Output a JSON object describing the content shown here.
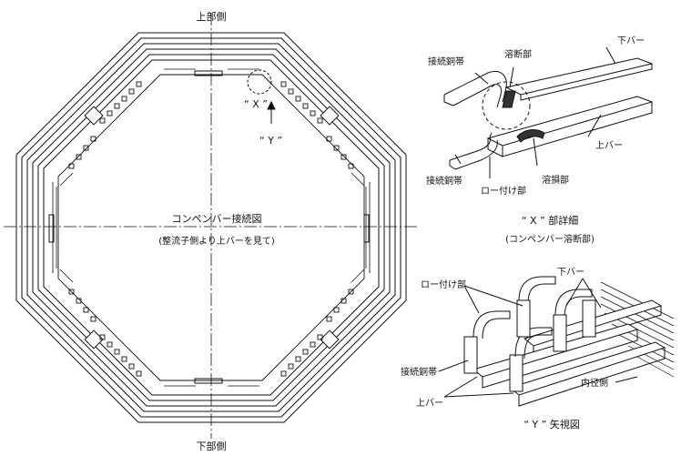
{
  "main": {
    "top_label": "上部側",
    "bottom_label": "下部側",
    "x_marker": "“ X ”",
    "y_marker": "“ Y ”",
    "title": "コンペンバー接続図",
    "subtitle": "(整流子側より上バーを見て)"
  },
  "detail_x": {
    "lower_bar": "下バー",
    "fusion_part": "溶断部",
    "strap_top": "接続銅帯",
    "strap_bottom": "接続銅帯",
    "brazed_part": "ロー付け部",
    "damaged_part": "溶損部",
    "upper_bar": "上バー",
    "caption": "“ X ” 部詳細",
    "caption_sub": "(コンペンバー溶断部)"
  },
  "detail_y": {
    "brazed_part": "ロー付け部",
    "lower_bar": "下バー",
    "strap": "接続銅帯",
    "inner_side": "内径側",
    "upper_bar": "上バー",
    "caption": "“ Y ” 矢視図"
  },
  "colors": {
    "line": "#111111",
    "background": "#ffffff"
  }
}
